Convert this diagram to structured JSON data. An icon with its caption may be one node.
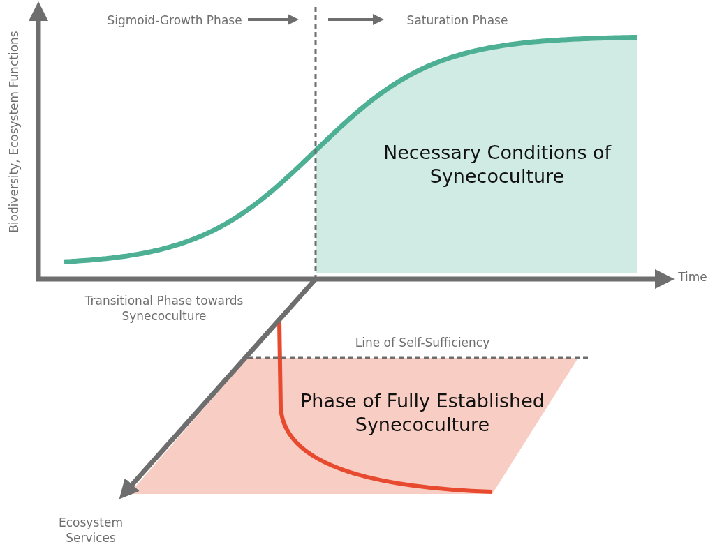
{
  "diagram": {
    "nodes": [
      {
        "text": [
          "Necessary Conditions of Synecoculture"
        ]
      },
      {
        "text": [
          "Phase of Fully Established Synecoculture"
        ]
      }
    ],
    "labels": [
      "Sigmoid-Growth Phase",
      "Saturation Phase",
      "Biodiversity, Ecosystem Functions",
      "Time",
      "Transitional Phase towards Synecoculture",
      "Line of Self-Sufficiency",
      "Ecosystem Services"
    ]
  }
}
